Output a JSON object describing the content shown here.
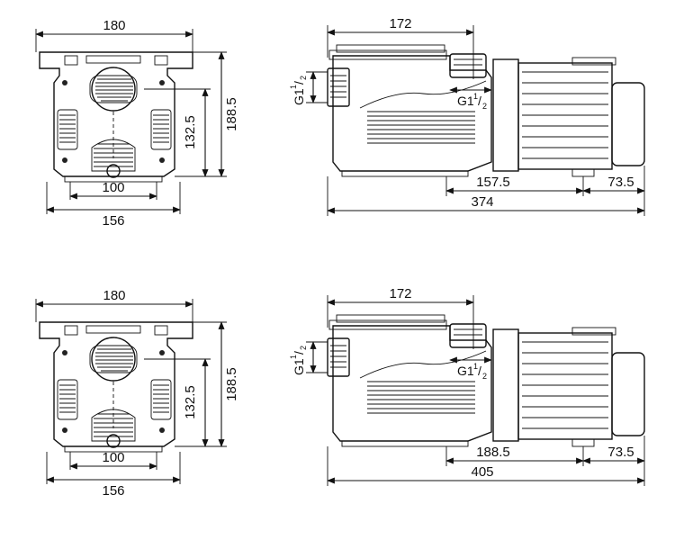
{
  "drawings": [
    {
      "front": {
        "overall_width": "180",
        "height": "188.5",
        "center_height": "132.5",
        "base_inner": "100",
        "base_outer": "156"
      },
      "side": {
        "inlet_to_outlet": "172",
        "inlet_thread": "G1",
        "outlet_thread": "G1",
        "thread_num": "1",
        "thread_den": "2",
        "foot_spacing": "157.5",
        "motor_end": "73.5",
        "overall_length": "374"
      }
    },
    {
      "front": {
        "overall_width": "180",
        "height": "188.5",
        "center_height": "132.5",
        "base_inner": "100",
        "base_outer": "156"
      },
      "side": {
        "inlet_to_outlet": "172",
        "inlet_thread": "G1",
        "outlet_thread": "G1",
        "thread_num": "1",
        "thread_den": "2",
        "foot_spacing": "188.5",
        "motor_end": "73.5",
        "overall_length": "405"
      }
    }
  ]
}
